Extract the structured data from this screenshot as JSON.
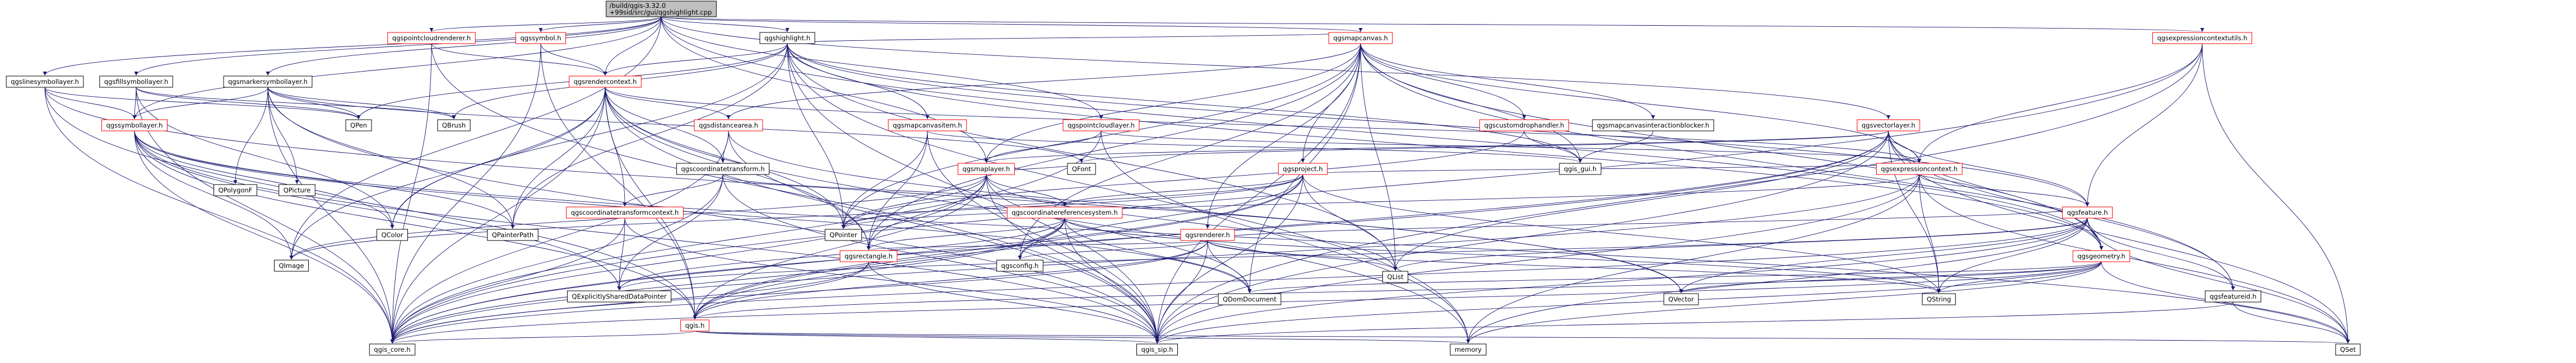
{
  "graph": {
    "colors": {
      "edge": "#191970",
      "node_border": "#000000",
      "linked_border": "#ff0000",
      "root_fill": "#bfbfbf",
      "node_fill": "#ffffff",
      "text": "#000000"
    },
    "nodes": [
      {
        "id": "root",
        "label": "/build/qgis-3.32.0+99sid/src/gui/qgshighlight.cpp",
        "root": true
      },
      {
        "id": "qgslinesymbollayer_h",
        "label": "qgslinesymbollayer.h",
        "linked": false
      },
      {
        "id": "qgsfillsymbollayer_h",
        "label": "qgsfillsymbollayer.h",
        "linked": false
      },
      {
        "id": "qgsmarkersymbollayer_h",
        "label": "qgsmarkersymbollayer.h",
        "linked": false
      },
      {
        "id": "qgspointcloudrenderer_h",
        "label": "qgspointcloudrenderer.h",
        "linked": true
      },
      {
        "id": "qgssymbol_h",
        "label": "qgssymbol.h",
        "linked": true
      },
      {
        "id": "qgshighlight_h",
        "label": "qgshighlight.h",
        "linked": false
      },
      {
        "id": "qgsmapcanvas_h",
        "label": "qgsmapcanvas.h",
        "linked": true
      },
      {
        "id": "qgsexpressioncontextutils_h",
        "label": "qgsexpressioncontextutils.h",
        "linked": true
      },
      {
        "id": "qgssymbollayer_h",
        "label": "qgssymbollayer.h",
        "linked": true
      },
      {
        "id": "qgsrendercontext_h",
        "label": "qgsrendercontext.h",
        "linked": true
      },
      {
        "id": "QPen",
        "label": "QPen",
        "linked": false
      },
      {
        "id": "QBrush",
        "label": "QBrush",
        "linked": false
      },
      {
        "id": "QPolygonF",
        "label": "QPolygonF",
        "linked": false
      },
      {
        "id": "QPicture",
        "label": "QPicture",
        "linked": false
      },
      {
        "id": "QColor",
        "label": "QColor",
        "linked": false
      },
      {
        "id": "QPainterPath",
        "label": "QPainterPath",
        "linked": false
      },
      {
        "id": "QImage",
        "label": "QImage",
        "linked": false
      },
      {
        "id": "qgsdistancearea_h",
        "label": "qgsdistancearea.h",
        "linked": true
      },
      {
        "id": "qgscoordinatetransform_h",
        "label": "qgscoordinatetransform.h",
        "linked": false
      },
      {
        "id": "qgscoordinatetransformcontext_h",
        "label": "qgscoordinatetransformcontext.h",
        "linked": true
      },
      {
        "id": "qgsmapcanvasitem_h",
        "label": "qgsmapcanvasitem.h",
        "linked": true
      },
      {
        "id": "qgspointcloudlayer_h",
        "label": "qgspointcloudlayer.h",
        "linked": true
      },
      {
        "id": "qgsmaplayer_h",
        "label": "qgsmaplayer.h",
        "linked": true
      },
      {
        "id": "QPointer",
        "label": "QPointer",
        "linked": false
      },
      {
        "id": "qgscoordinatereferencesystem_h",
        "label": "qgscoordinatereferencesystem.h",
        "linked": true
      },
      {
        "id": "qgsrectangle_h",
        "label": "qgsrectangle.h",
        "linked": true
      },
      {
        "id": "QExplicitlySharedDataPointer",
        "label": "QExplicitlySharedDataPointer",
        "linked": false
      },
      {
        "id": "qgsconfig_h",
        "label": "qgsconfig.h",
        "linked": false
      },
      {
        "id": "qgis_h",
        "label": "qgis.h",
        "linked": true
      },
      {
        "id": "QFont",
        "label": "QFont",
        "linked": false
      },
      {
        "id": "qgsproject_h",
        "label": "qgsproject.h",
        "linked": true
      },
      {
        "id": "qgsrenderer_h",
        "label": "qgsrenderer.h",
        "linked": true
      },
      {
        "id": "qgscustomdrophandler_h",
        "label": "qgscustomdrophandler.h",
        "linked": true
      },
      {
        "id": "qgsmapcanvasinteractionblocker_h",
        "label": "qgsmapcanvasinteractionblocker.h",
        "linked": false
      },
      {
        "id": "qgis_gui_h",
        "label": "qgis_gui.h",
        "linked": false
      },
      {
        "id": "qgsvectorlayer_h",
        "label": "qgsvectorlayer.h",
        "linked": true
      },
      {
        "id": "qgsexpressioncontext_h",
        "label": "qgsexpressioncontext.h",
        "linked": true
      },
      {
        "id": "qgsfeature_h",
        "label": "qgsfeature.h",
        "linked": true
      },
      {
        "id": "QList",
        "label": "QList",
        "linked": false
      },
      {
        "id": "QDomDocument",
        "label": "QDomDocument",
        "linked": false
      },
      {
        "id": "qgsgeometry_h",
        "label": "qgsgeometry.h",
        "linked": true
      },
      {
        "id": "QVector",
        "label": "QVector",
        "linked": false
      },
      {
        "id": "QString",
        "label": "QString",
        "linked": false
      },
      {
        "id": "qgsfeatureid_h",
        "label": "qgsfeatureid.h",
        "linked": false
      },
      {
        "id": "QSet",
        "label": "QSet",
        "linked": false
      },
      {
        "id": "qgis_core_h",
        "label": "qgis_core.h",
        "linked": false
      },
      {
        "id": "qgis_sip_h",
        "label": "qgis_sip.h",
        "linked": false
      },
      {
        "id": "memory",
        "label": "memory",
        "linked": false
      }
    ],
    "edges": [
      [
        "root",
        "qgslinesymbollayer_h"
      ],
      [
        "root",
        "qgsfillsymbollayer_h"
      ],
      [
        "root",
        "qgsmarkersymbollayer_h"
      ],
      [
        "root",
        "qgspointcloudrenderer_h"
      ],
      [
        "root",
        "qgssymbol_h"
      ],
      [
        "root",
        "qgshighlight_h"
      ],
      [
        "root",
        "qgsmapcanvas_h"
      ],
      [
        "root",
        "qgsexpressioncontextutils_h"
      ],
      [
        "root",
        "qgsrendercontext_h"
      ],
      [
        "root",
        "qgssymbollayer_h"
      ],
      [
        "root",
        "qgsmaplayer_h"
      ],
      [
        "root",
        "qgsvectorlayer_h"
      ],
      [
        "root",
        "qgspointcloudlayer_h"
      ],
      [
        "root",
        "qgsgeometry_h"
      ],
      [
        "root",
        "QImage"
      ],
      [
        "qgslinesymbollayer_h",
        "qgssymbollayer_h"
      ],
      [
        "qgslinesymbollayer_h",
        "QPen"
      ],
      [
        "qgslinesymbollayer_h",
        "qgis_core_h"
      ],
      [
        "qgslinesymbollayer_h",
        "qgis_h"
      ],
      [
        "qgslinesymbollayer_h",
        "QVector"
      ],
      [
        "qgsfillsymbollayer_h",
        "qgssymbollayer_h"
      ],
      [
        "qgsfillsymbollayer_h",
        "QPen"
      ],
      [
        "qgsfillsymbollayer_h",
        "QBrush"
      ],
      [
        "qgsfillsymbollayer_h",
        "qgis_core_h"
      ],
      [
        "qgsfillsymbollayer_h",
        "QColor"
      ],
      [
        "qgsmarkersymbollayer_h",
        "qgssymbollayer_h"
      ],
      [
        "qgsmarkersymbollayer_h",
        "QPen"
      ],
      [
        "qgsmarkersymbollayer_h",
        "QBrush"
      ],
      [
        "qgsmarkersymbollayer_h",
        "QPolygonF"
      ],
      [
        "qgsmarkersymbollayer_h",
        "QPicture"
      ],
      [
        "qgsmarkersymbollayer_h",
        "QFont"
      ],
      [
        "qgsmarkersymbollayer_h",
        "qgis_core_h"
      ],
      [
        "qgsmarkersymbollayer_h",
        "qgis_sip_h"
      ],
      [
        "qgsmarkersymbollayer_h",
        "QPainterPath"
      ],
      [
        "qgspointcloudrenderer_h",
        "qgsrendercontext_h"
      ],
      [
        "qgspointcloudrenderer_h",
        "qgis_core_h"
      ],
      [
        "qgspointcloudrenderer_h",
        "qgis_sip_h"
      ],
      [
        "qgssymbol_h",
        "qgsrendercontext_h"
      ],
      [
        "qgssymbol_h",
        "qgis_core_h"
      ],
      [
        "qgssymbol_h",
        "qgis_h"
      ],
      [
        "qgshighlight_h",
        "qgsmapcanvasitem_h"
      ],
      [
        "qgshighlight_h",
        "qgsgeometry_h"
      ],
      [
        "qgshighlight_h",
        "qgsfeature_h"
      ],
      [
        "qgshighlight_h",
        "qgsrendercontext_h"
      ],
      [
        "qgshighlight_h",
        "qgis_gui_h"
      ],
      [
        "qgshighlight_h",
        "qgis_sip_h"
      ],
      [
        "qgshighlight_h",
        "QBrush"
      ],
      [
        "qgshighlight_h",
        "QColor"
      ],
      [
        "qgshighlight_h",
        "QPen"
      ],
      [
        "qgshighlight_h",
        "QPainterPath"
      ],
      [
        "qgshighlight_h",
        "QPointer"
      ],
      [
        "qgshighlight_h",
        "qgsmapcanvas_h"
      ],
      [
        "qgshighlight_h",
        "QList"
      ],
      [
        "qgshighlight_h",
        "memory"
      ],
      [
        "qgssymbollayer_h",
        "qgis_core_h"
      ],
      [
        "qgssymbollayer_h",
        "qgis_h"
      ],
      [
        "qgssymbollayer_h",
        "QColor"
      ],
      [
        "qgssymbollayer_h",
        "QPainterPath"
      ],
      [
        "qgssymbollayer_h",
        "QImage"
      ],
      [
        "qgssymbollayer_h",
        "qgis_sip_h"
      ],
      [
        "qgssymbollayer_h",
        "QDomDocument"
      ],
      [
        "qgssymbollayer_h",
        "QSet"
      ],
      [
        "qgssymbollayer_h",
        "QExplicitlySharedDataPointer"
      ],
      [
        "qgsrendercontext_h",
        "qgis_core_h"
      ],
      [
        "qgsrendercontext_h",
        "qgis_sip_h"
      ],
      [
        "qgsrendercontext_h",
        "QColor"
      ],
      [
        "qgsrendercontext_h",
        "QPainterPath"
      ],
      [
        "qgsrendercontext_h",
        "memory"
      ],
      [
        "qgsrendercontext_h",
        "qgsdistancearea_h"
      ],
      [
        "qgsrendercontext_h",
        "qgscoordinatetransform_h"
      ],
      [
        "qgsrendercontext_h",
        "qgsrectangle_h"
      ],
      [
        "qgsrendercontext_h",
        "qgsexpressioncontext_h"
      ],
      [
        "qgsrendercontext_h",
        "qgscoordinatetransformcontext_h"
      ],
      [
        "qgsrendercontext_h",
        "QPointer"
      ],
      [
        "qgsrendercontext_h",
        "QImage"
      ],
      [
        "qgsrendercontext_h",
        "qgis_h"
      ],
      [
        "qgsdistancearea_h",
        "qgis_core_h"
      ],
      [
        "qgsdistancearea_h",
        "qgscoordinatetransform_h"
      ],
      [
        "qgsdistancearea_h",
        "QVector"
      ],
      [
        "qgsdistancearea_h",
        "qgsrectangle_h"
      ],
      [
        "qgscoordinatetransform_h",
        "qgis_core_h"
      ],
      [
        "qgscoordinatetransform_h",
        "qgis_sip_h"
      ],
      [
        "qgscoordinatetransform_h",
        "QExplicitlySharedDataPointer"
      ],
      [
        "qgscoordinatetransform_h",
        "qgscoordinatereferencesystem_h"
      ],
      [
        "qgscoordinatetransform_h",
        "qgscoordinatetransformcontext_h"
      ],
      [
        "qgscoordinatetransformcontext_h",
        "qgis_core_h"
      ],
      [
        "qgscoordinatetransformcontext_h",
        "qgis_sip_h"
      ],
      [
        "qgscoordinatetransformcontext_h",
        "QExplicitlySharedDataPointer"
      ],
      [
        "qgsmapcanvasitem_h",
        "qgsrectangle_h"
      ],
      [
        "qgsmapcanvasitem_h",
        "qgis_gui_h"
      ],
      [
        "qgsmapcanvasitem_h",
        "qgis_sip_h"
      ],
      [
        "qgsmapcanvasitem_h",
        "QPointer"
      ],
      [
        "qgspointcloudlayer_h",
        "qgsmaplayer_h"
      ],
      [
        "qgspointcloudlayer_h",
        "qgis_core_h"
      ],
      [
        "qgspointcloudlayer_h",
        "qgsexpressioncontext_h"
      ],
      [
        "qgspointcloudlayer_h",
        "memory"
      ],
      [
        "qgsmaplayer_h",
        "qgis_core_h"
      ],
      [
        "qgsmaplayer_h",
        "QFont"
      ],
      [
        "qgsmaplayer_h",
        "QDomDocument"
      ],
      [
        "qgsmaplayer_h",
        "QImage"
      ],
      [
        "qgsmaplayer_h",
        "QPointer"
      ],
      [
        "qgsmaplayer_h",
        "qgis_sip_h"
      ],
      [
        "qgsmaplayer_h",
        "qgscoordinatereferencesystem_h"
      ],
      [
        "qgsmaplayer_h",
        "qgsrectangle_h"
      ],
      [
        "qgsmaplayer_h",
        "qgis_h"
      ],
      [
        "qgsmaplayer_h",
        "QList"
      ],
      [
        "qgscoordinatereferencesystem_h",
        "qgis_core_h"
      ],
      [
        "qgscoordinatereferencesystem_h",
        "qgis_sip_h"
      ],
      [
        "qgscoordinatereferencesystem_h",
        "QExplicitlySharedDataPointer"
      ],
      [
        "qgscoordinatereferencesystem_h",
        "qgsconfig_h"
      ],
      [
        "qgscoordinatereferencesystem_h",
        "qgsrectangle_h"
      ],
      [
        "qgscoordinatereferencesystem_h",
        "qgis_h"
      ],
      [
        "qgscoordinatereferencesystem_h",
        "QString"
      ],
      [
        "qgscoordinatereferencesystem_h",
        "QDomDocument"
      ],
      [
        "qgsrectangle_h",
        "qgis_core_h"
      ],
      [
        "qgsrectangle_h",
        "qgis_h"
      ],
      [
        "qgsrectangle_h",
        "qgis_sip_h"
      ],
      [
        "qgis_h",
        "qgis_core_h"
      ],
      [
        "qgis_h",
        "qgis_sip_h"
      ],
      [
        "qgis_h",
        "QSet"
      ],
      [
        "qgis_h",
        "memory"
      ],
      [
        "qgsmapcanvas_h",
        "qgsconfig_h"
      ],
      [
        "qgsmapcanvas_h",
        "qgis_sip_h"
      ],
      [
        "qgsmapcanvas_h",
        "qgsexpressioncontext_h"
      ],
      [
        "qgsmapcanvas_h",
        "qgsrectangle_h"
      ],
      [
        "qgsmapcanvas_h",
        "qgsfeatureid_h"
      ],
      [
        "qgsmapcanvas_h",
        "qgsgeometry_h"
      ],
      [
        "qgsmapcanvas_h",
        "qgscustomdrophandler_h"
      ],
      [
        "qgsmapcanvas_h",
        "qgsmapcanvasinteractionblocker_h"
      ],
      [
        "qgsmapcanvas_h",
        "qgsproject_h"
      ],
      [
        "qgsmapcanvas_h",
        "qgsdistancearea_h"
      ],
      [
        "qgsmapcanvas_h",
        "qgis_gui_h"
      ],
      [
        "qgsmapcanvas_h",
        "QDomDocument"
      ],
      [
        "qgsmapcanvas_h",
        "QPointer"
      ],
      [
        "qgsmapcanvas_h",
        "qgsmaplayer_h"
      ],
      [
        "qgsmapcanvas_h",
        "qgsrenderer_h"
      ],
      [
        "qgsmapcanvas_h",
        "QList"
      ],
      [
        "qgscustomdrophandler_h",
        "qgis_gui_h"
      ],
      [
        "qgscustomdrophandler_h",
        "QPointer"
      ],
      [
        "qgsmapcanvasinteractionblocker_h",
        "qgis_gui_h"
      ],
      [
        "qgsproject_h",
        "qgis_core_h"
      ],
      [
        "qgsproject_h",
        "qgis_sip_h"
      ],
      [
        "qgsproject_h",
        "QList"
      ],
      [
        "qgsproject_h",
        "QPointer"
      ],
      [
        "qgsproject_h",
        "qgsconfig_h"
      ],
      [
        "qgsproject_h",
        "qgis_h"
      ],
      [
        "qgsproject_h",
        "QString"
      ],
      [
        "qgsproject_h",
        "qgsexpressioncontext_h"
      ],
      [
        "qgsproject_h",
        "qgscoordinatereferencesystem_h"
      ],
      [
        "qgsproject_h",
        "QImage"
      ],
      [
        "qgsrenderer_h",
        "qgis_core_h"
      ],
      [
        "qgsrenderer_h",
        "qgis_sip_h"
      ],
      [
        "qgsrenderer_h",
        "qgis_h"
      ],
      [
        "qgsrenderer_h",
        "qgsrectangle_h"
      ],
      [
        "qgsrenderer_h",
        "QList"
      ],
      [
        "qgsrenderer_h",
        "QString"
      ],
      [
        "qgsrenderer_h",
        "QDomDocument"
      ],
      [
        "qgsrenderer_h",
        "qgsfeature_h"
      ],
      [
        "qgsrenderer_h",
        "qgsconfig_h"
      ],
      [
        "qgsvectorlayer_h",
        "qgis_core_h"
      ],
      [
        "qgsvectorlayer_h",
        "qgis_sip_h"
      ],
      [
        "qgsvectorlayer_h",
        "QFont"
      ],
      [
        "qgsvectorlayer_h",
        "QList"
      ],
      [
        "qgsvectorlayer_h",
        "QSet"
      ],
      [
        "qgsvectorlayer_h",
        "qgsfeature_h"
      ],
      [
        "qgsvectorlayer_h",
        "qgsexpressioncontext_h"
      ],
      [
        "qgsvectorlayer_h",
        "qgsgeometry_h"
      ],
      [
        "qgsvectorlayer_h",
        "qgsfeatureid_h"
      ],
      [
        "qgsvectorlayer_h",
        "qgsmaplayer_h"
      ],
      [
        "qgsvectorlayer_h",
        "qgis_h"
      ],
      [
        "qgsvectorlayer_h",
        "QString"
      ],
      [
        "qgsexpressioncontextutils_h",
        "qgis_core_h"
      ],
      [
        "qgsexpressioncontextutils_h",
        "qgis_sip_h"
      ],
      [
        "qgsexpressioncontextutils_h",
        "qgsexpressioncontext_h"
      ],
      [
        "qgsexpressioncontextutils_h",
        "qgsfeature_h"
      ],
      [
        "qgsexpressioncontextutils_h",
        "QSet"
      ],
      [
        "qgsexpressioncontext_h",
        "qgis_core_h"
      ],
      [
        "qgsexpressioncontext_h",
        "qgis_sip_h"
      ],
      [
        "qgsexpressioncontext_h",
        "QString"
      ],
      [
        "qgsexpressioncontext_h",
        "QSet"
      ],
      [
        "qgsexpressioncontext_h",
        "QPointer"
      ],
      [
        "qgsexpressioncontext_h",
        "qgsfeature_h"
      ],
      [
        "qgsexpressioncontext_h",
        "memory"
      ],
      [
        "qgsfeature_h",
        "qgis_core_h"
      ],
      [
        "qgsfeature_h",
        "qgis_sip_h"
      ],
      [
        "qgsfeature_h",
        "QExplicitlySharedDataPointer"
      ],
      [
        "qgsfeature_h",
        "QList"
      ],
      [
        "qgsfeature_h",
        "QVector"
      ],
      [
        "qgsfeature_h",
        "QSet"
      ],
      [
        "qgsfeature_h",
        "QString"
      ],
      [
        "qgsfeature_h",
        "qgsgeometry_h"
      ],
      [
        "qgsfeature_h",
        "qgsfeatureid_h"
      ],
      [
        "qgsfeature_h",
        "memory"
      ],
      [
        "qgsgeometry_h",
        "qgis_core_h"
      ],
      [
        "qgsgeometry_h",
        "qgis_sip_h"
      ],
      [
        "qgsgeometry_h",
        "QDomDocument"
      ],
      [
        "qgsgeometry_h",
        "QSet"
      ],
      [
        "qgsgeometry_h",
        "QString"
      ],
      [
        "qgsgeometry_h",
        "QVector"
      ],
      [
        "qgsgeometry_h",
        "qgis_h"
      ],
      [
        "qgsgeometry_h",
        "memory"
      ],
      [
        "qgsfeatureid_h",
        "QSet"
      ],
      [
        "qgsfeatureid_h",
        "qgis_sip_h"
      ]
    ]
  }
}
